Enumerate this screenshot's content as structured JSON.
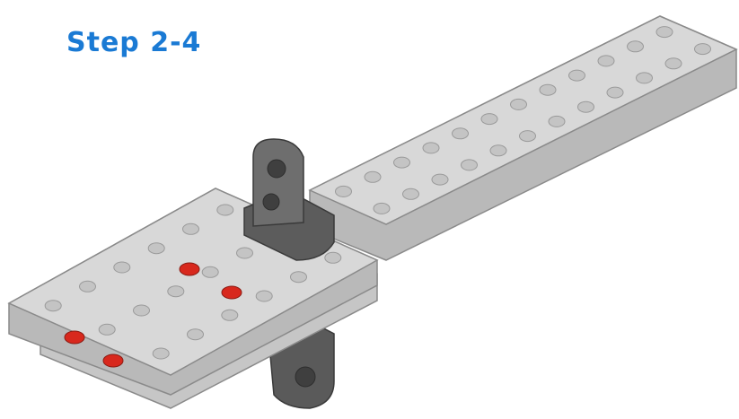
{
  "step": {
    "title": "Step 2-4"
  },
  "colors": {
    "plate_top": "#d8d8d8",
    "plate_side": "#b9b9b9",
    "plate_outline": "#8a8a8a",
    "hole_fill": "#c4c4c4",
    "bracket_dark": "#555555",
    "bracket_mid": "#6e6e6e",
    "marker_red": "#d8281d",
    "title_blue": "#1a7ad4"
  },
  "assembly": {
    "long_beam": {
      "name": "long-plate-beam",
      "columns": 12,
      "rows": 2
    },
    "wide_plate": {
      "name": "wide-plate",
      "columns": 6,
      "rows": 3
    },
    "brackets": [
      "upper-angle-bracket",
      "lower-angle-bracket"
    ],
    "marked_holes": 4
  }
}
